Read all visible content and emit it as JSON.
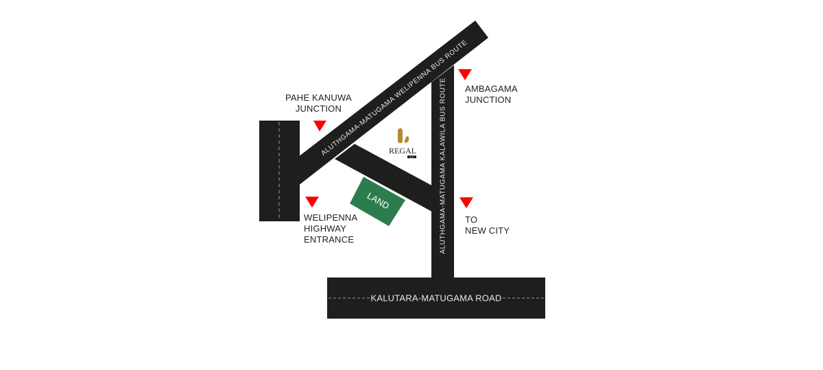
{
  "colors": {
    "road": "#1e1e1c",
    "land": "#2b7d4e",
    "marker": "#ff0000",
    "logo_gold": "#b58a2e",
    "dash": "#9a9a9a"
  },
  "roads": {
    "diagonal": "ALUTHGAMA-MATUGAMA WELIPENNA  BUS ROUTE",
    "vertical": "ALUTHGAMA-MATUGAMA KALAWILA BUS ROUTE",
    "bottom": "KALUTARA-MATUGAMA ROAD"
  },
  "land_label": "LAND",
  "logo": {
    "name": "REGAL",
    "sub": "CITY"
  },
  "labels": {
    "pahe_kanuwa": [
      "PAHE KANUWA",
      "JUNCTION"
    ],
    "ambagama": [
      "AMBAGAMA",
      "JUNCTION"
    ],
    "welipenna": [
      "WELIPENNA",
      "HIGHWAY",
      "ENTRANCE"
    ],
    "new_city": [
      "TO",
      "NEW CITY"
    ]
  }
}
